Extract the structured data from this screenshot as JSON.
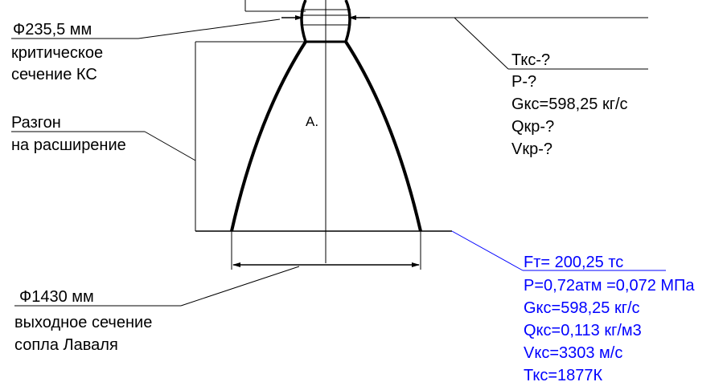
{
  "throat": {
    "diameter": "Ф235,5 мм",
    "line1": "критическое",
    "line2": "сечение КС"
  },
  "accel": {
    "line1": "Разгон",
    "line2": "на расширение"
  },
  "point_label": "А.",
  "throat_params": [
    "Ткс-?",
    "Р-?",
    "Gкс=598,25 кг/с",
    "Qкр-?",
    "Vкр-?"
  ],
  "exit": {
    "diameter": "Ф1430 мм",
    "line1": "выходное  сечение",
    "line2": "сопла Лаваля"
  },
  "exit_params": [
    "Fт= 200,25 тс",
    "Р=0,72атм =0,072 МПа",
    "Gкс=598,25 кг/с",
    "Qкс=0,113 кг/м3",
    "Vкс=3303 м/с",
    "Ткс=1877К"
  ],
  "colors": {
    "ink": "#000000",
    "accent": "#0000ff"
  }
}
